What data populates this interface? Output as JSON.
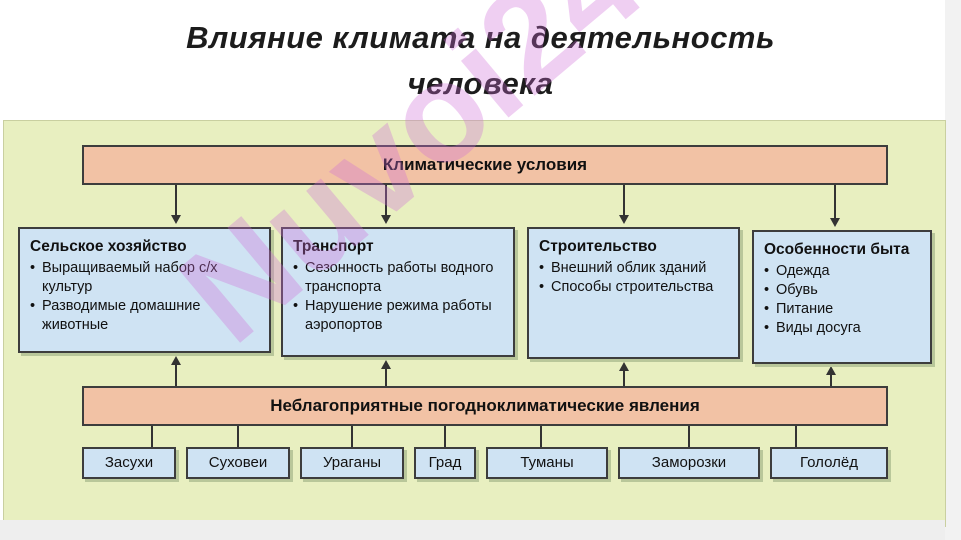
{
  "title": {
    "line1": "Влияние климата на деятельность",
    "line2": "человека"
  },
  "watermark": "Nuvoi24",
  "diagram": {
    "top_node": "Климатические условия",
    "categories": [
      {
        "title": "Сельское хозяйство",
        "items": [
          "Выращиваемый набор с/х культур",
          "Разводимые домашние животные"
        ]
      },
      {
        "title": "Транспорт",
        "items": [
          "Сезонность работы водного транспорта",
          "Нарушение режима работы аэропортов"
        ]
      },
      {
        "title": "Строительство",
        "items": [
          "Внешний облик зданий",
          "Способы строительства"
        ]
      },
      {
        "title": "Особенности быта",
        "items": [
          "Одежда",
          "Обувь",
          "Питание",
          "Виды досуга"
        ]
      }
    ],
    "middle_node": "Неблагоприятные погодноклиматические явления",
    "phenomena": [
      "Засухи",
      "Суховеи",
      "Ураганы",
      "Град",
      "Туманы",
      "Заморозки",
      "Гололёд"
    ]
  },
  "colors": {
    "panel_bg": "#e8efc0",
    "header_box": "#f2c2a5",
    "category_box": "#cfe3f3",
    "watermark": "#cd6ed7"
  }
}
